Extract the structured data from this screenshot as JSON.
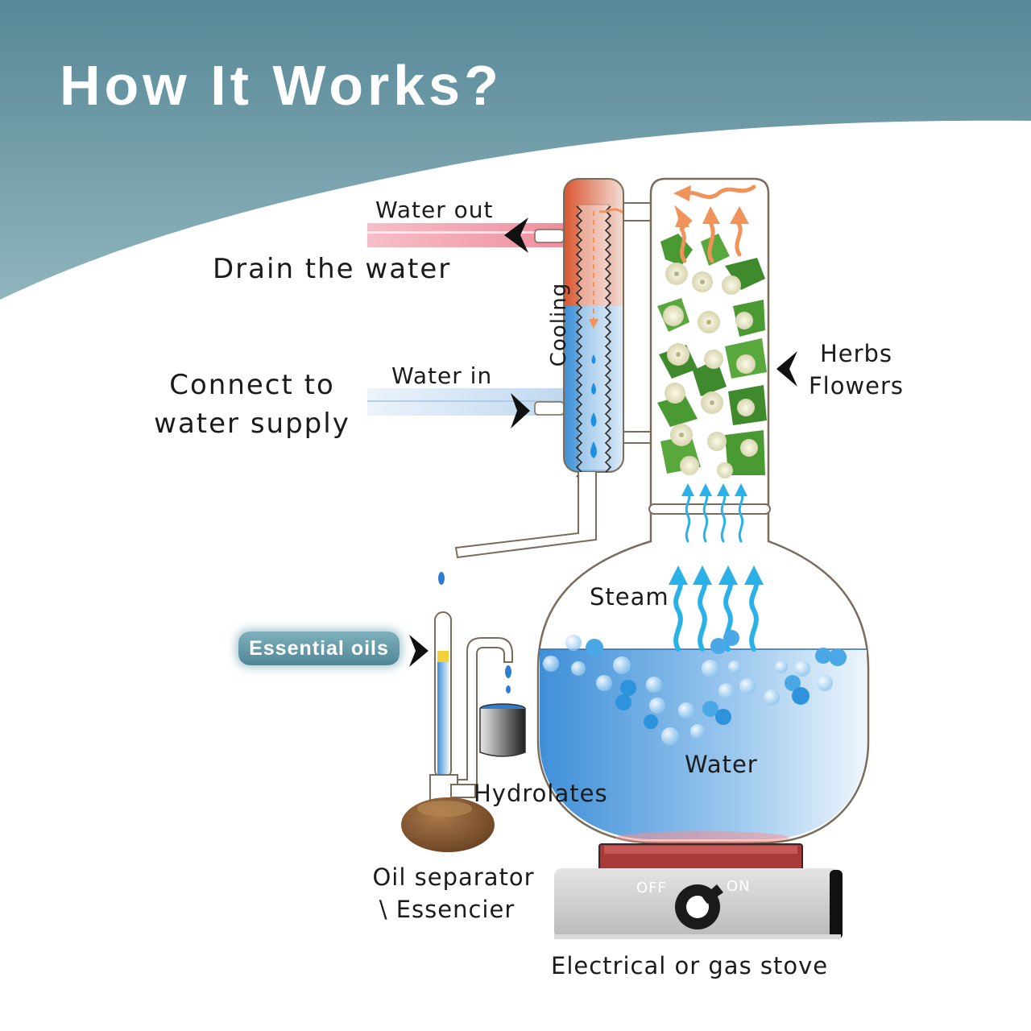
{
  "title": "How It Works?",
  "labels": {
    "water_out": "Water out",
    "drain": "Drain the water",
    "cooling": "Cooling",
    "water_in": "Water in",
    "connect_line1": "Connect to",
    "connect_line2": "water supply",
    "herbs": "Herbs",
    "flowers": "Flowers",
    "steam": "Steam",
    "essential_oils": "Essential oils",
    "water": "Water",
    "hydrolates": "Hydrolates",
    "oil_sep_line1": "Oil separator",
    "oil_sep_line2": "\\ Essencier",
    "stove_off": "OFF",
    "stove_on": "ON",
    "stove": "Electrical or gas stove"
  },
  "colors": {
    "banner": "#5b8d9b",
    "hot_water": "#e06a4a",
    "cold_water": "#4b9fdc",
    "steam": "#29b1e8",
    "herb_steam": "#f0935a",
    "leaf": "#4a9a34",
    "oil": "#f3cf3a",
    "separator_base": "#8a5a2e"
  }
}
